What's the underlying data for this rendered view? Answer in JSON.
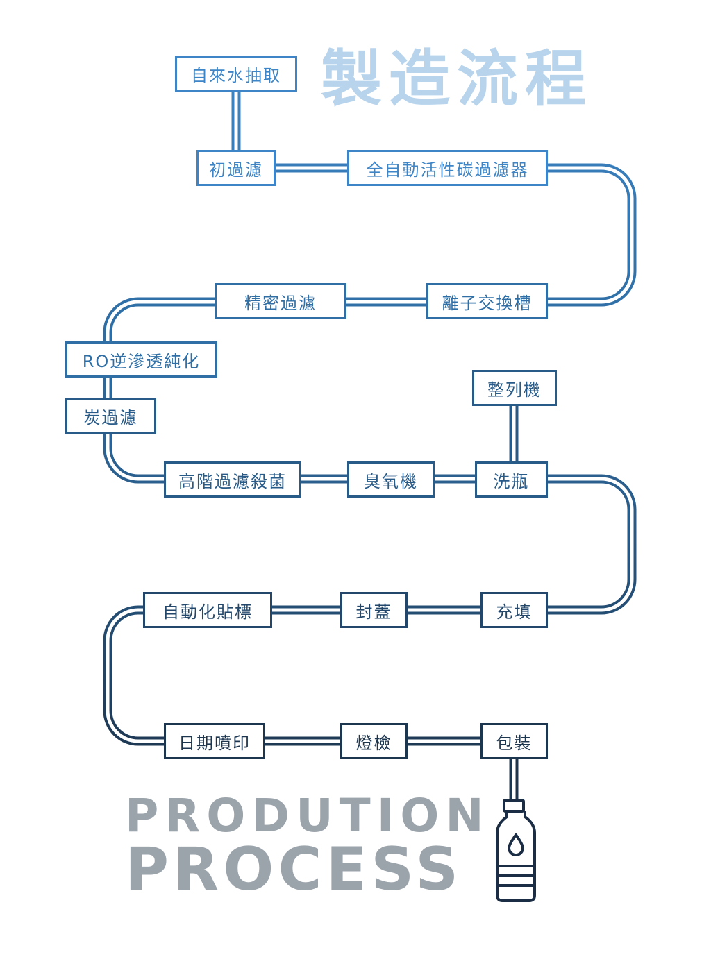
{
  "title_cn": "製造流程",
  "title_en": {
    "line1": "PRODUTION",
    "line2": "PROCESS"
  },
  "steps": {
    "water_intake": "自來水抽取",
    "pre_filtration": "初過濾",
    "carbon_filter": "全自動活性碳過濾器",
    "ion_exchange": "離子交換槽",
    "fine_filtration": "精密過濾",
    "ro_purification": "RO逆滲透純化",
    "charcoal_filtration": "炭過濾",
    "sterilization": "高階過濾殺菌",
    "ozone": "臭氧機",
    "bottle_washing": "洗瓶",
    "bottle_sorter": "整列機",
    "filling": "充填",
    "capping": "封蓋",
    "labeling": "自動化貼標",
    "date_printing": "日期噴印",
    "light_inspection": "燈檢",
    "packaging": "包裝"
  },
  "colors": {
    "title_cn": "#b7d4ec",
    "title_en": "#9ba3ab",
    "row1": "#3d85c6",
    "row2": "#2f6fa6",
    "row3": "#295b88",
    "row4": "#22476a",
    "row5": "#1d3650",
    "bottle": "#1b2d44"
  },
  "bottle_icon": "water-bottle-icon"
}
